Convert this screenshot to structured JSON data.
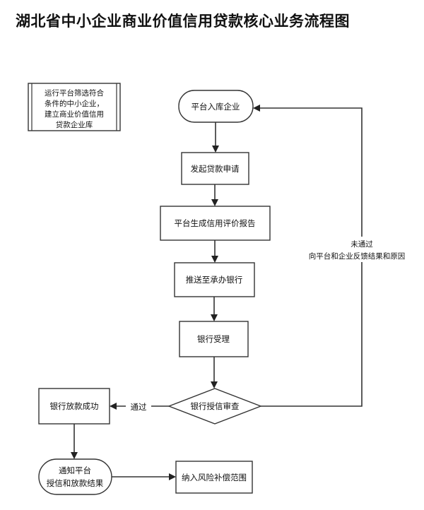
{
  "title": "湖北省中小企业商业价值信用贷款核心业务流程图",
  "note": {
    "lines": [
      "运行平台筛选符合",
      "条件的中小企业，",
      "建立商业价值信用",
      "贷款企业库"
    ]
  },
  "nodes": {
    "start": "平台入库企业",
    "apply": "发起贷款申请",
    "report": "平台生成信用评价报告",
    "push": "推送至承办银行",
    "accept": "银行受理",
    "review": "银行授信审查",
    "success": "银行放款成功",
    "notify": [
      "通知平台",
      "授信和放款结果"
    ],
    "compensate": "纳入风险补偿范围"
  },
  "edges": {
    "pass": "通过",
    "fail": [
      "未通过",
      "向平台和企业反馈结果和原因"
    ]
  }
}
